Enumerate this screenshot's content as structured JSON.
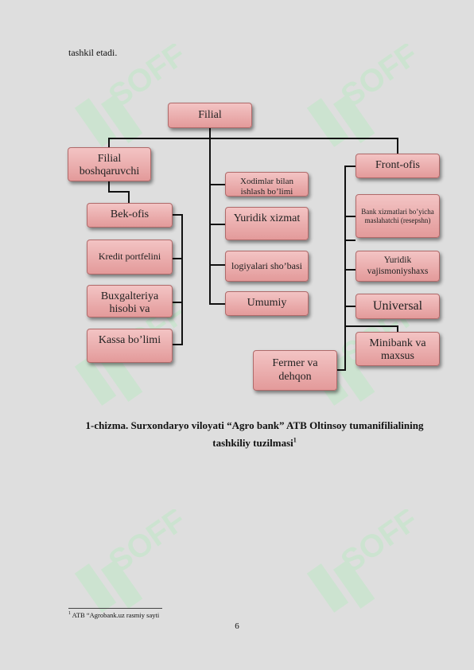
{
  "intro_text": "tashkil etadi.",
  "watermark": {
    "text": "SOFF",
    "color": "#bfe8c6"
  },
  "boxes": {
    "filial": "Filial",
    "boshqaruv": "Filial boshqaruvchi",
    "bek_ofis": "Bek-ofis",
    "kredit": "Kredit portfelini",
    "buxgalteriya": "Buxgalteriya hisobi va",
    "kassa": "Kassa bo’limi",
    "xodimlar": "Xodimlar bilan ishlash bo’limi",
    "yuridik_xizmat": "Yuridik xizmat",
    "logiyalari": "logiyalari sho’basi",
    "umumiy": "Umumiy",
    "front_ofis": "Front-ofis",
    "bank_xizmatlari": "Bank xizmatlari bo’yicha maslahatchi (resepshn)",
    "yuridik_vajis": "Yuridik vajismoniyshaxs",
    "universal": "Universal",
    "minibank": "Minibank va maxsus",
    "fermer": "Fermer va dehqon"
  },
  "caption": {
    "line1": "1-chizma. Surxondaryo viloyati  “Agro bank” ATB Oltinsoy tumanifilialining",
    "line2": "tashkiliy tuzilmasi",
    "ref": "1"
  },
  "footnote": {
    "ref": "1",
    "text": " ATB “Agrobank.uz rasmiy sayti"
  },
  "page_number": "6"
}
